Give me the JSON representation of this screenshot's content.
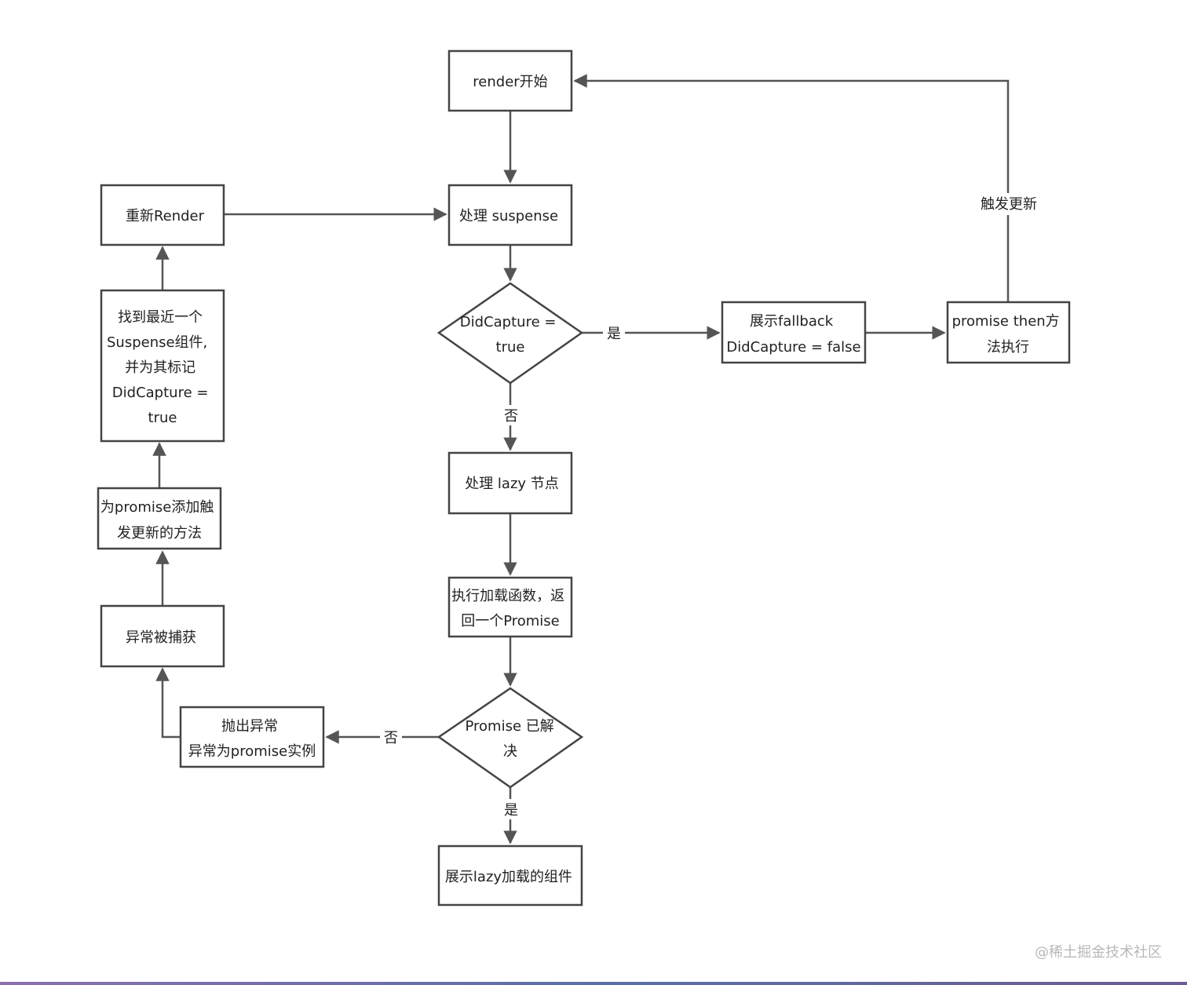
{
  "nodes": {
    "render_start": {
      "lines": [
        "render开始"
      ]
    },
    "handle_suspense": {
      "lines": [
        "处理 suspense"
      ]
    },
    "did_capture": {
      "lines": [
        "DidCapture =",
        "true"
      ]
    },
    "show_fallback": {
      "lines": [
        "展示fallback",
        "DidCapture = false"
      ]
    },
    "promise_then": {
      "lines": [
        "promise  then方",
        "法执行"
      ]
    },
    "handle_lazy": {
      "lines": [
        "处理 lazy 节点"
      ]
    },
    "exec_load": {
      "lines": [
        "执行加载函数，返",
        "回一个Promise"
      ]
    },
    "promise_resolved": {
      "lines": [
        "Promise 已解",
        "决"
      ]
    },
    "show_lazy": {
      "lines": [
        "展示lazy加载的组件"
      ]
    },
    "throw_error": {
      "lines": [
        "抛出异常",
        "异常为promise实例"
      ]
    },
    "error_caught": {
      "lines": [
        "异常被捕获"
      ]
    },
    "add_method": {
      "lines": [
        "为promise添加触",
        "发更新的方法"
      ]
    },
    "find_suspense": {
      "lines": [
        "找到最近一个",
        "Suspense组件,",
        "并为其标记",
        "DidCapture =",
        "true"
      ]
    },
    "re_render": {
      "lines": [
        "重新Render"
      ]
    }
  },
  "edge_labels": {
    "yes_fallback": "是",
    "no_lazy": "否",
    "trigger_update": "触发更新",
    "no_throw": "否",
    "yes_show": "是"
  },
  "watermark": "@稀土掘金技术社区",
  "colors": {
    "stroke": "#444444",
    "text": "#222222",
    "watermark": "#b8b8b8"
  }
}
